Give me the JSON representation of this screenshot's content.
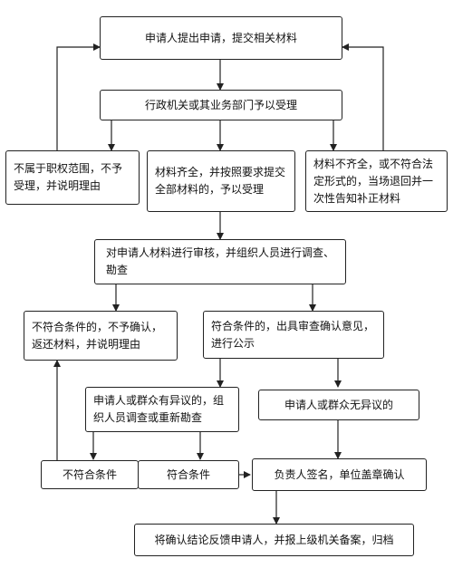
{
  "flowchart": {
    "nodes": {
      "apply": "申请人提出申请，提交相关材料",
      "accept": "行政机关或其业务部门予以受理",
      "out_of_scope": "不属于职权范围，不予受理，并说明理由",
      "complete": "材料齐全，并按照要求提交全部材料的，予以受理",
      "incomplete": "材料不齐全，或不符合法定形式的，当场退回并一次性告知补正材料",
      "review": "对申请人材料进行审核，并组织人员进行调查、勘查",
      "not_qualified": "不符合条件的，不予确认，返还材料，并说明理由",
      "qualified": "符合条件的，出具审查确认意见，进行公示",
      "objection": "申请人或群众有异议的，组织人员调查或重新勘查",
      "no_objection": "申请人或群众无异议的",
      "fail": "不符合条件",
      "pass": "符合条件",
      "sign": "负责人签名，单位盖章确认",
      "feedback": "将确认结论反馈申请人，并报上级机关备案，归档"
    }
  }
}
